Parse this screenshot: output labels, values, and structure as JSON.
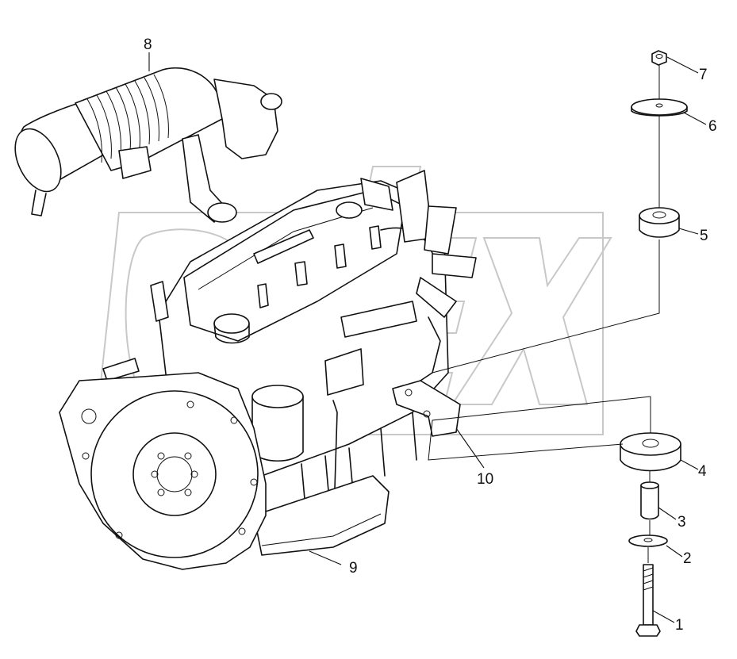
{
  "diagram": {
    "callouts": [
      {
        "id": "1",
        "label": "1"
      },
      {
        "id": "2",
        "label": "2"
      },
      {
        "id": "3",
        "label": "3"
      },
      {
        "id": "4",
        "label": "4"
      },
      {
        "id": "5",
        "label": "5"
      },
      {
        "id": "6",
        "label": "6"
      },
      {
        "id": "7",
        "label": "7"
      },
      {
        "id": "8",
        "label": "8"
      },
      {
        "id": "9",
        "label": "9"
      },
      {
        "id": "10",
        "label": "10"
      }
    ],
    "watermark": "OPEX"
  }
}
